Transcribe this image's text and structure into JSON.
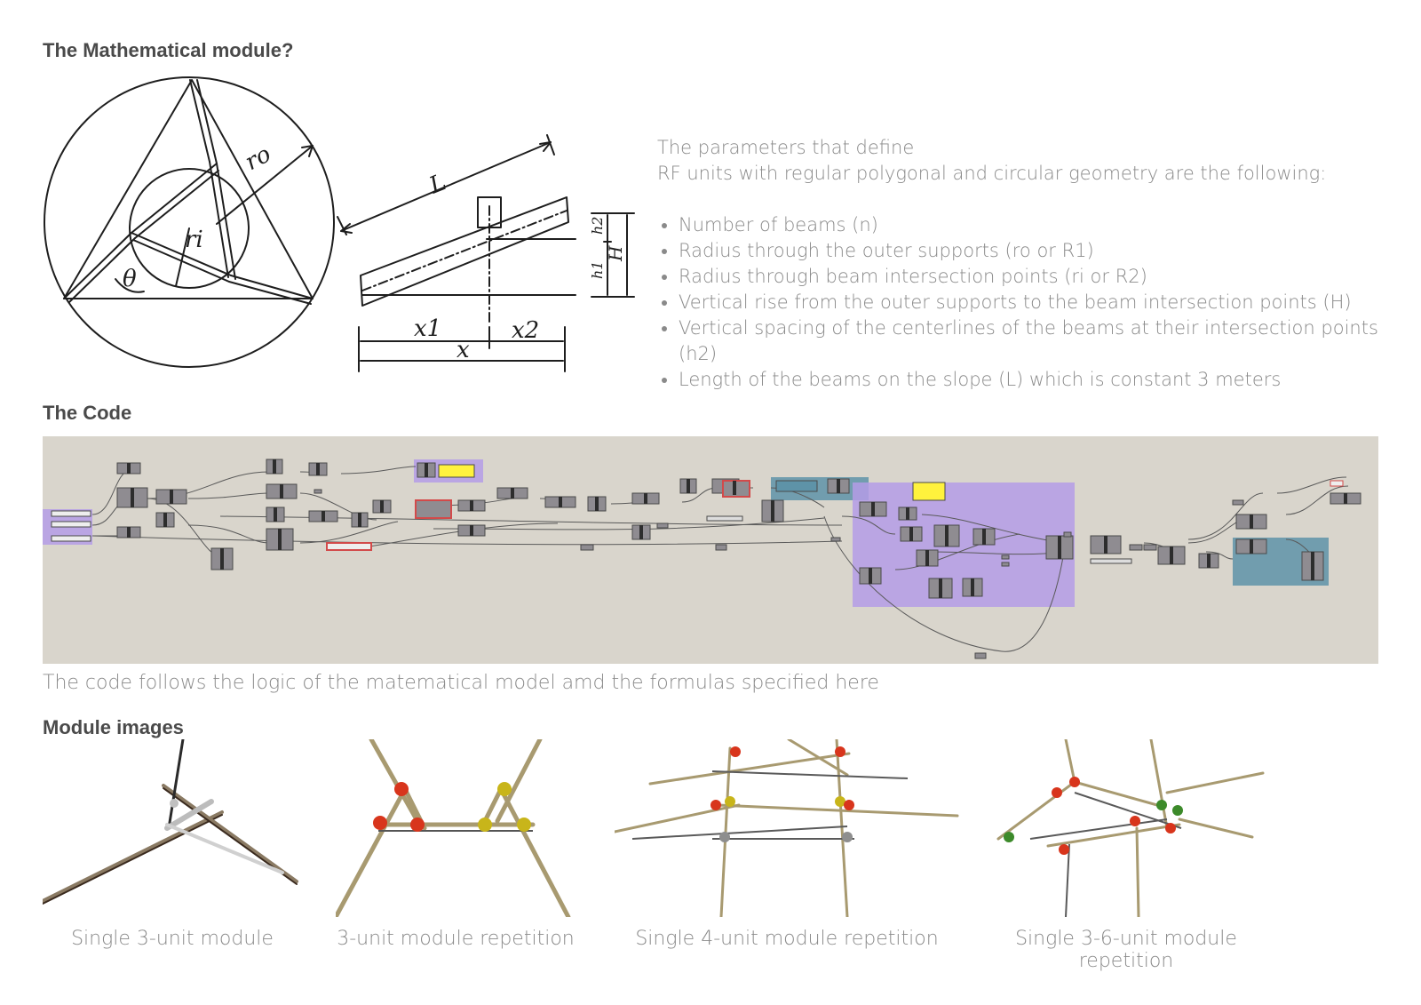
{
  "sections": {
    "math_title": "The Mathematical module?",
    "code_title": "The Code",
    "images_title": "Module images"
  },
  "sketch": {
    "label_ro": "ro",
    "label_ri": "ri",
    "label_theta": "θ",
    "label_L": "L",
    "label_H": "H",
    "label_h1": "h1",
    "label_h2": "h2",
    "label_x": "x",
    "label_x1": "x1",
    "label_x2": "x2"
  },
  "params": {
    "intro_line1": "The parameters that define",
    "intro_line2": "RF units with regular polygonal and circular geometry are the following:",
    "items": [
      "Number of beams (n)",
      "Radius through the outer supports (ro or R1)",
      "Radius through beam intersection points (ri or R2)",
      "Vertical rise from the outer supports to the beam intersection points (H)",
      "Vertical spacing of the centerlines of the beams at their intersection points (h2)",
      "Length of the beams on the slope (L) which is constant 3 meters"
    ]
  },
  "code_caption": "The code follows the logic of the matematical model amd the formulas specified here",
  "modules": [
    {
      "caption": "Single 3-unit module"
    },
    {
      "caption": "3-unit module repetition"
    },
    {
      "caption": "Single 4-unit module repetition"
    },
    {
      "caption": "Single 3-6-unit module repetition"
    }
  ],
  "colors": {
    "panel_bg": "#d9d5cc",
    "group_purple": "#b49ce6",
    "group_blue": "#5e93a8",
    "component_gray": "#8f8c91",
    "panel_yellow": "#fff23d",
    "warning_red": "#d24a4a",
    "node_red": "#d8351c",
    "node_yellow": "#c8b51a",
    "node_green": "#3c8a2a"
  }
}
